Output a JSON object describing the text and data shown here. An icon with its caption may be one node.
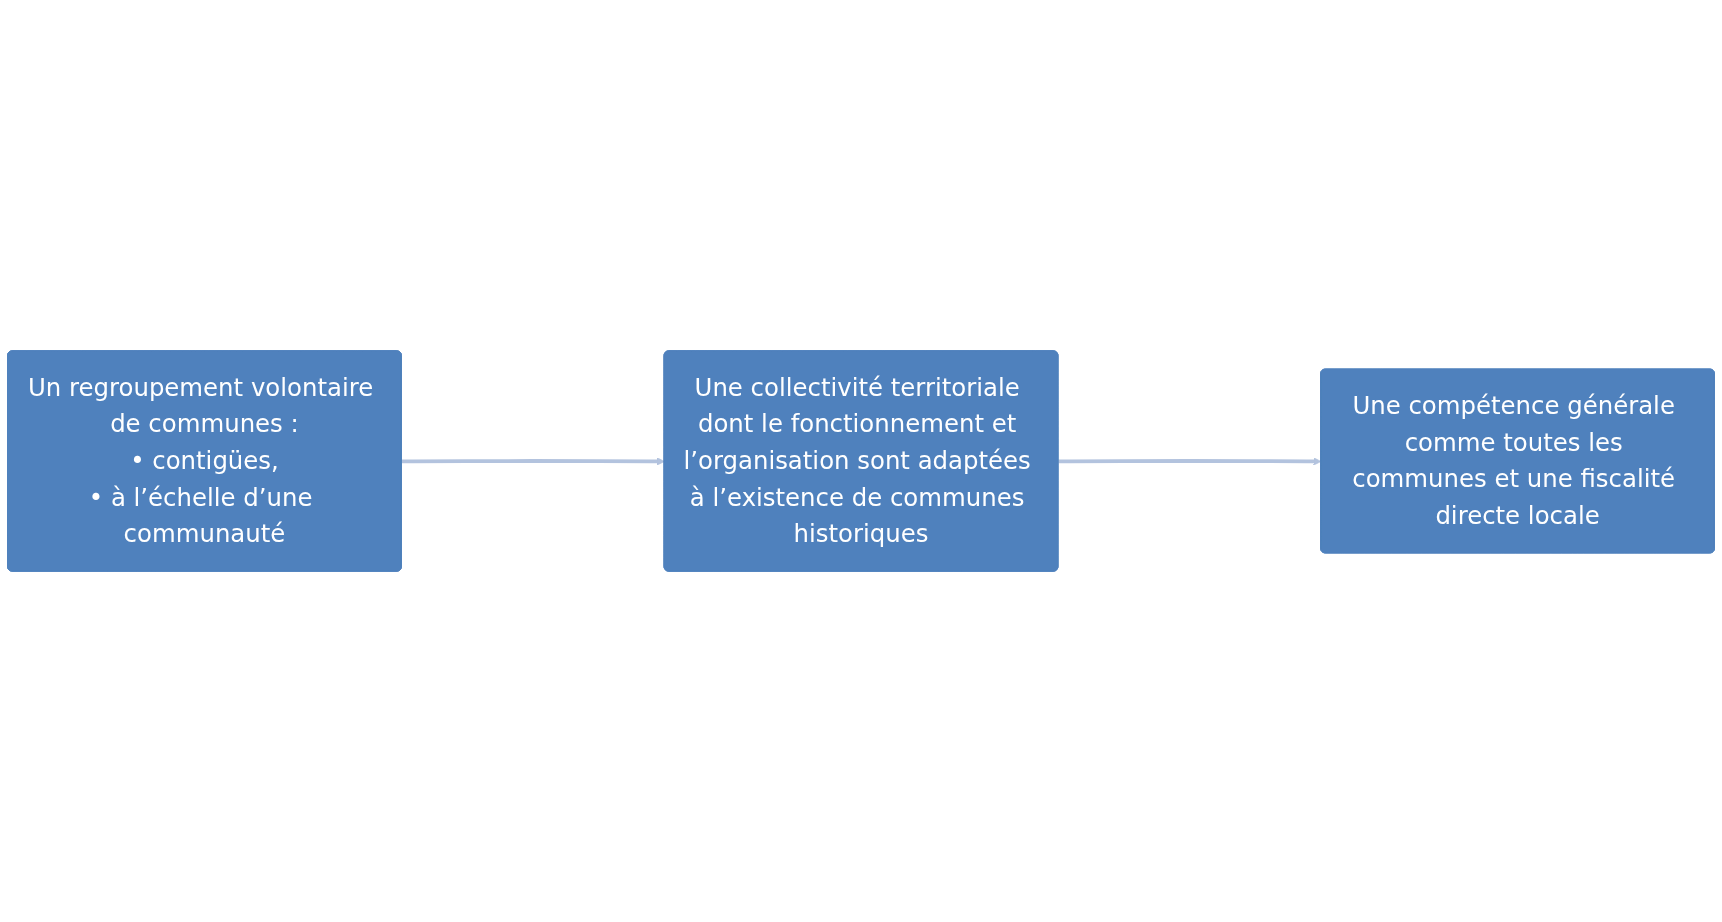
{
  "diagram": {
    "nodes": [
      {
        "text": [
          "Un regroupement volontaire de communes :",
          "• contigües,",
          "• à l’échelle d’une communauté"
        ]
      },
      {
        "text": [
          "Une collectivité territoriale dont le fonctionnement et l’organisation sont adaptées à l’existence de communes historiques"
        ]
      },
      {
        "text": [
          "Une compétence générale comme toutes les communes et une fiscalité directe locale"
        ]
      }
    ],
    "edges": [
      {
        "from": 0,
        "to": 1,
        "arrow": "to"
      },
      {
        "from": 1,
        "to": 2,
        "arrow": "to"
      }
    ]
  }
}
